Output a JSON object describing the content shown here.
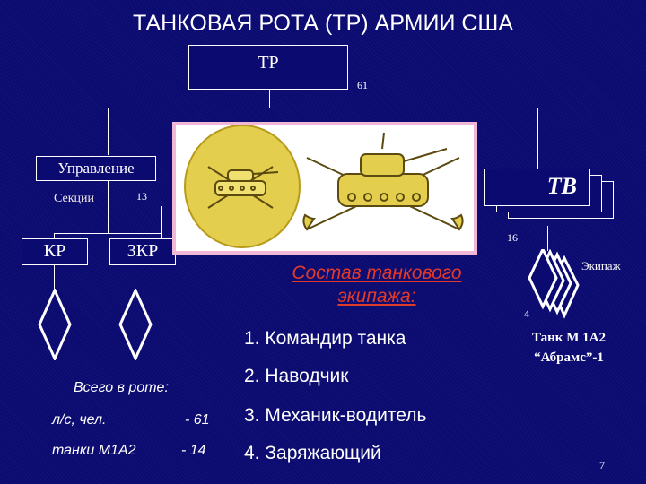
{
  "title": "ТАНКОВАЯ РОТА (ТР) АРМИИ США",
  "org": {
    "top_unit": "ТР",
    "top_count": "61",
    "hq": "Управление",
    "sections": "Секции",
    "sections_count": "13",
    "kr": "КР",
    "zkr": "ЗКР",
    "platoon": "ТВ",
    "platoon_count": "16",
    "crew_label": "Экипаж",
    "crew_count": "4",
    "tank_line1": "Танк М 1А2",
    "tank_line2": "“Абрамс”-1"
  },
  "crew": {
    "heading_line1": "Состав танкового",
    "heading_line2": "экипажа:",
    "members": [
      "1. Командир танка",
      "2. Наводчик",
      "3. Механик-водитель",
      "4. Заряжающий"
    ]
  },
  "totals": {
    "heading": "Всего в роте:",
    "personnel_label": "л/с, чел.",
    "personnel_value": "- 61",
    "tanks_label": "танки М1А2",
    "tanks_value": "- 14"
  },
  "page_number": "7",
  "colors": {
    "background": "#0a0a70",
    "heading_red": "#e23a28",
    "emblem_gold": "#e3cf4d",
    "frame_pink": "#f0b8d6"
  }
}
